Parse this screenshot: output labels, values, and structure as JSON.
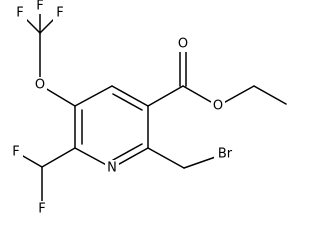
{
  "molecule": {
    "atoms": {
      "f_top_1": "F",
      "f_top_2": "F",
      "f_top_3": "F",
      "o_ether": "O",
      "o_carbonyl": "O",
      "o_ester": "O",
      "n_ring": "N",
      "f_bottom_1": "F",
      "f_bottom_2": "F",
      "br": "Br"
    }
  }
}
